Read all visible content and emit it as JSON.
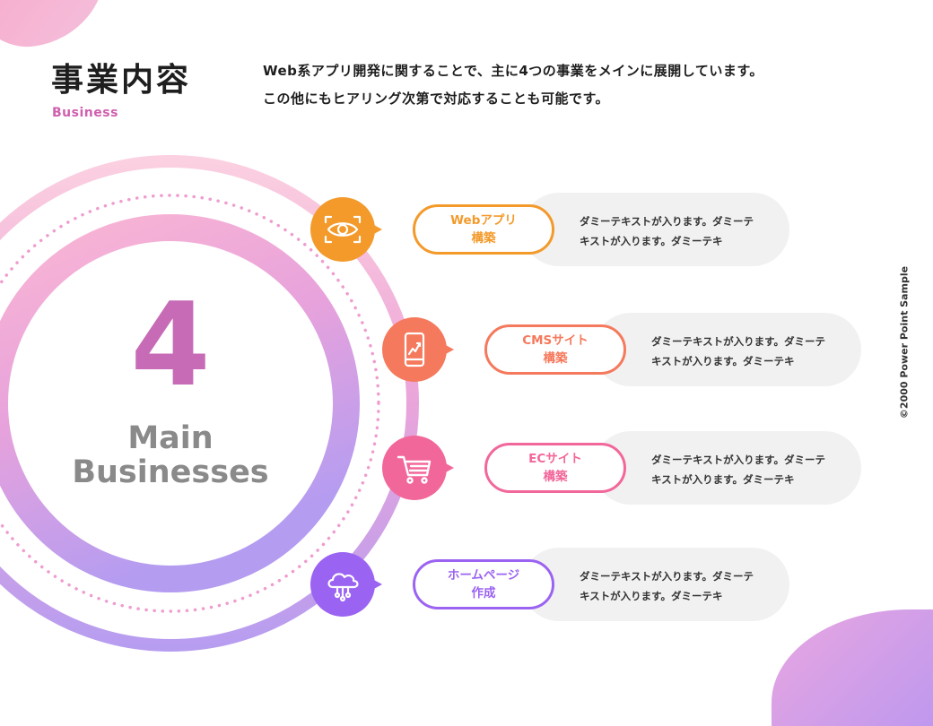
{
  "header": {
    "title": "事業内容",
    "subtitle": "Business",
    "intro_line1": "Web系アプリ開発に関することで、主に4つの事業をメインに展開しています。",
    "intro_line2": "この他にもヒアリング次第で対応することも可能です。"
  },
  "center": {
    "number": "4",
    "label_line1": "Main",
    "label_line2": "Businesses"
  },
  "businesses": [
    {
      "label_line1": "Webアプリ",
      "label_line2": "構築",
      "desc_line1": "ダミーテキストが入ります。ダミーテ",
      "desc_line2": "キストが入ります。ダミーテキ",
      "icon": "eye-icon",
      "color": "#f39a2b"
    },
    {
      "label_line1": "CMSサイト",
      "label_line2": "構築",
      "desc_line1": "ダミーテキストが入ります。ダミーテ",
      "desc_line2": "キストが入ります。ダミーテキ",
      "icon": "smartphone-chart-icon",
      "color": "#f5795c"
    },
    {
      "label_line1": "ECサイト",
      "label_line2": "構築",
      "desc_line1": "ダミーテキストが入ります。ダミーテ",
      "desc_line2": "キストが入ります。ダミーテキ",
      "icon": "shopping-cart-icon",
      "color": "#f2679a"
    },
    {
      "label_line1": "ホームページ",
      "label_line2": "作成",
      "desc_line1": "ダミーテキストが入ります。ダミーテ",
      "desc_line2": "キストが入ります。ダミーテキ",
      "icon": "cloud-network-icon",
      "color": "#9b63f2"
    }
  ],
  "footer": {
    "copyright": "©2000 Power Point Sample"
  }
}
